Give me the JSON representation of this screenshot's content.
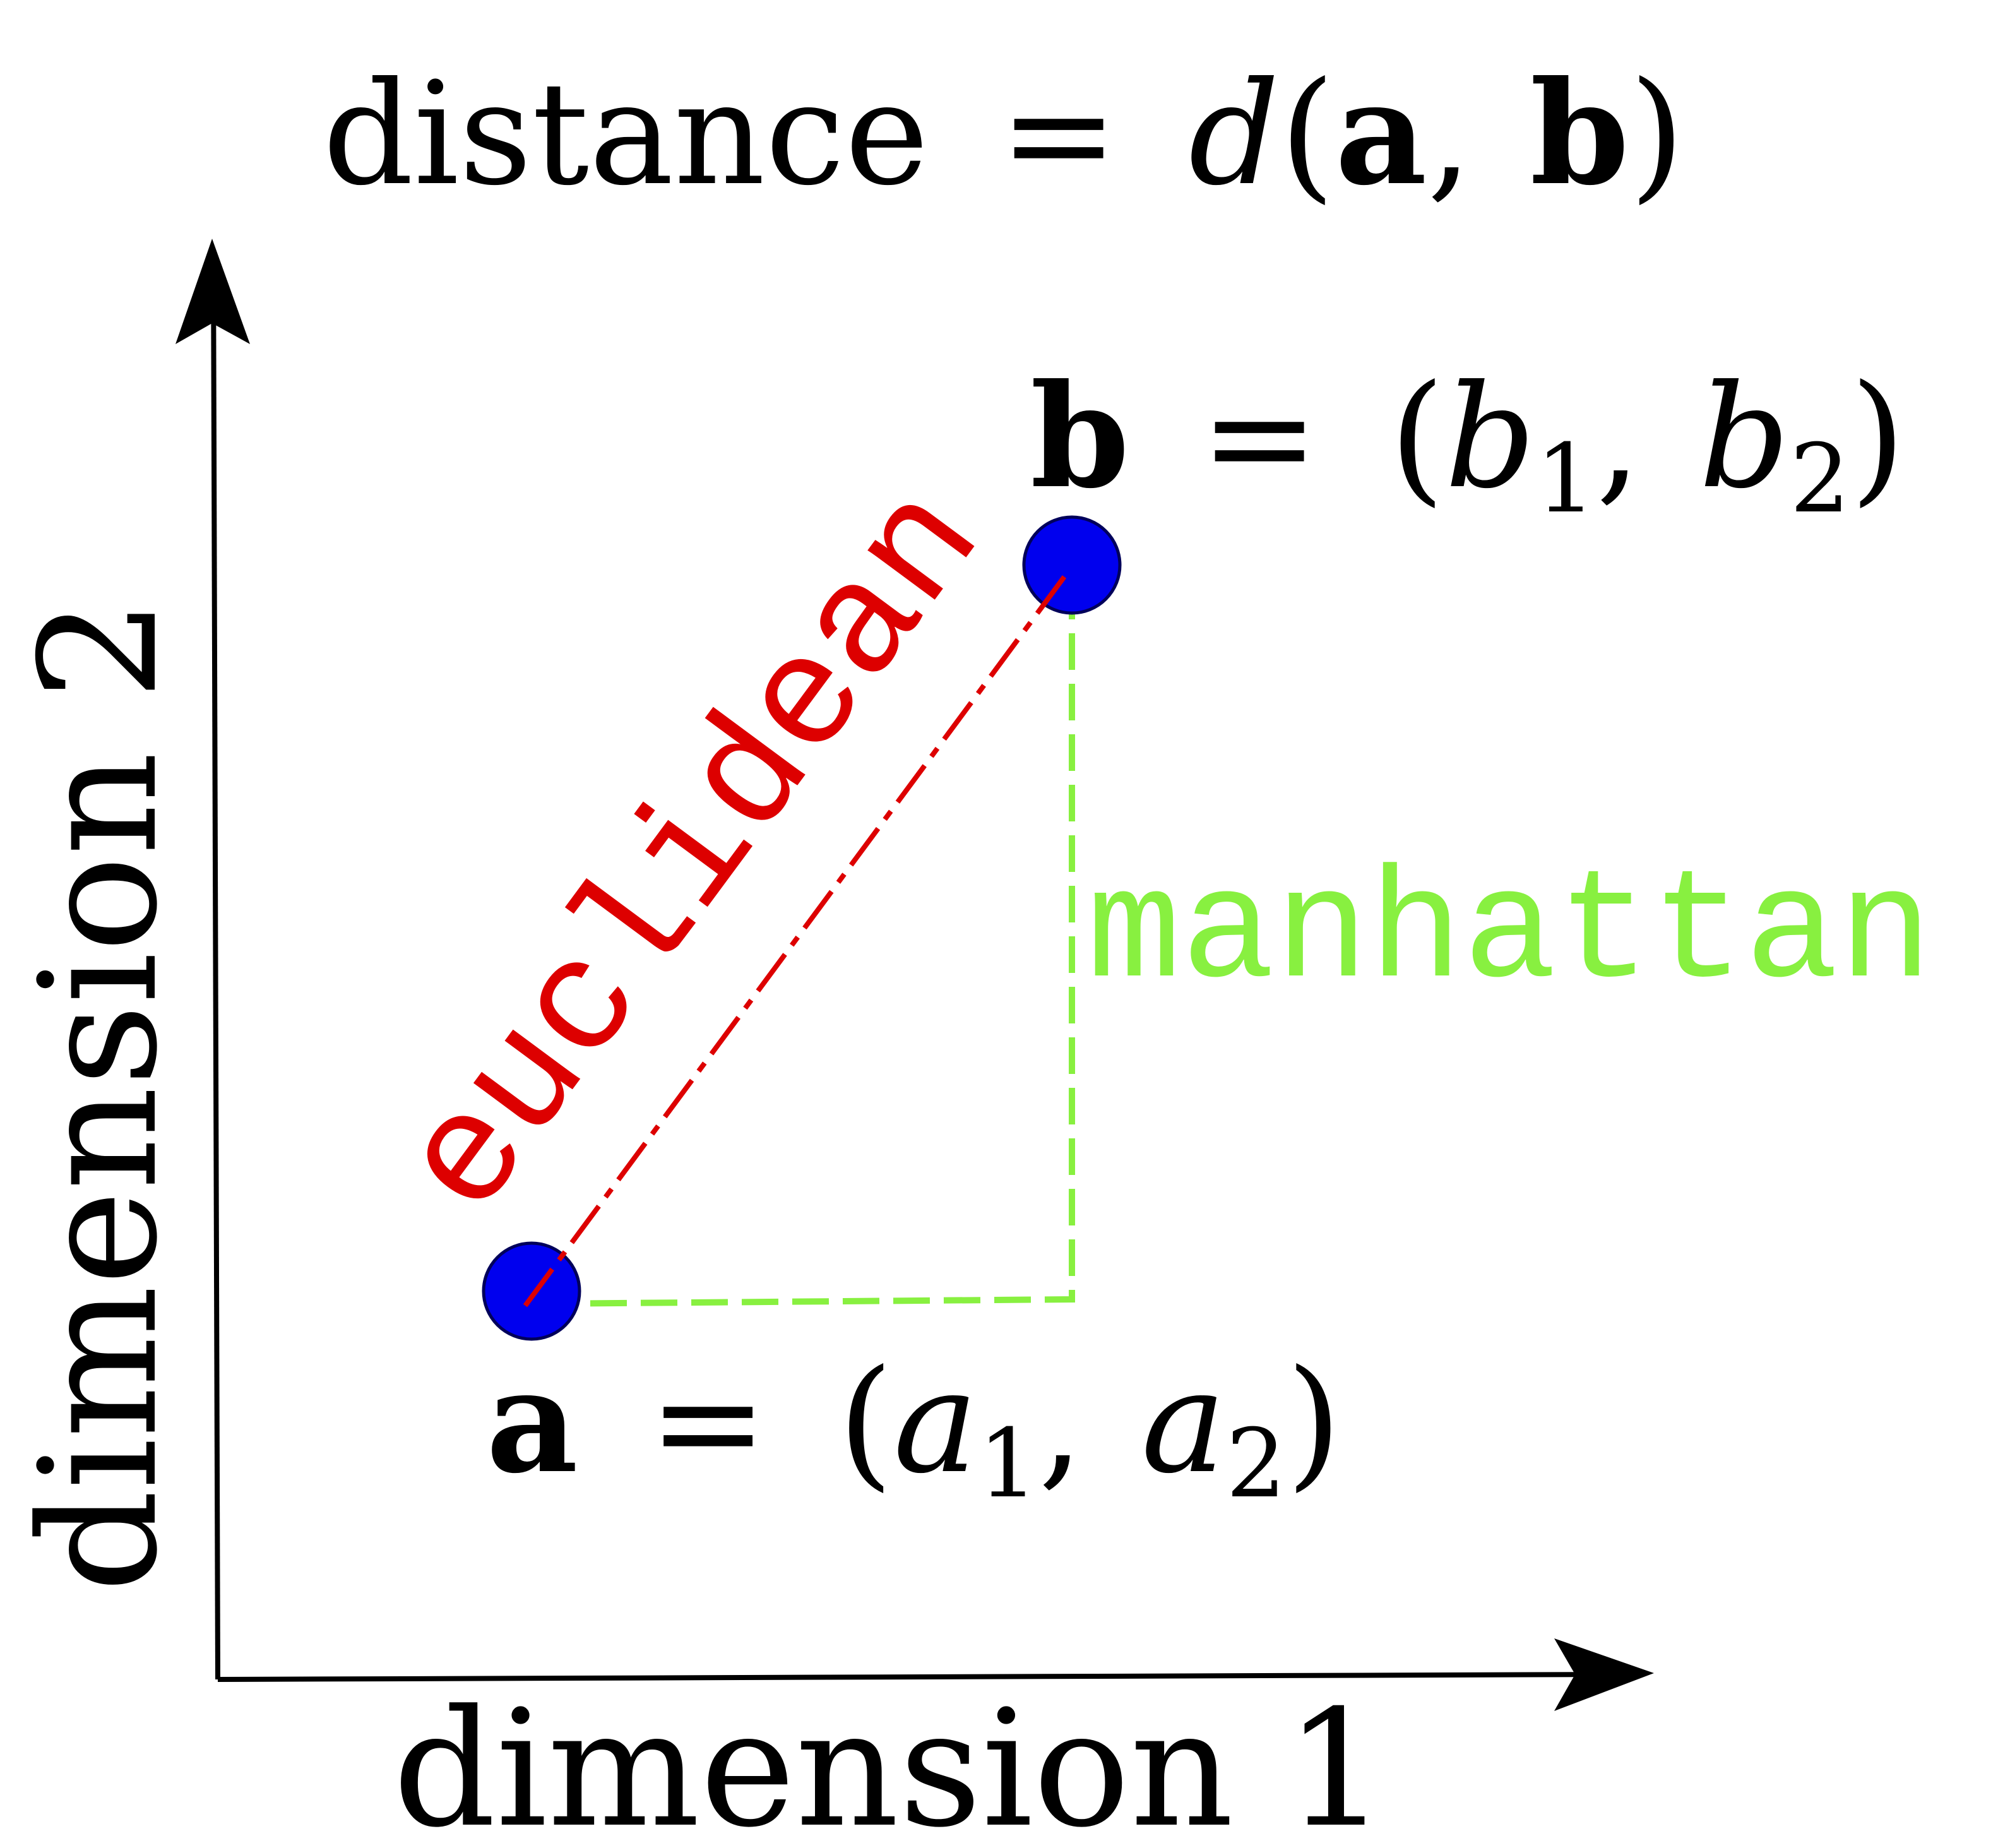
{
  "title": {
    "prefix": "distance",
    "equals": "=",
    "func": "d",
    "open_paren": "(",
    "arg1": "a",
    "comma": ",",
    "arg2": "b",
    "close_paren": ")"
  },
  "point_b_label": {
    "name": "b",
    "equals": "=",
    "open_paren": "(",
    "coord1_base": "b",
    "coord1_sub": "1",
    "comma": ",",
    "coord2_base": "b",
    "coord2_sub": "2",
    "close_paren": ")"
  },
  "point_a_label": {
    "name": "a",
    "equals": "=",
    "open_paren": "(",
    "coord1_base": "a",
    "coord1_sub": "1",
    "comma": ",",
    "coord2_base": "a",
    "coord2_sub": "2",
    "close_paren": ")"
  },
  "axes": {
    "x_label": "dimension 1",
    "y_label": "dimension 2"
  },
  "paths": {
    "euclidean_label": "euclidean",
    "manhattan_label": "manhattan"
  },
  "colors": {
    "point_fill": "#0000ee",
    "euclidean": "#dd0000",
    "manhattan": "#88f040",
    "axis": "#000000",
    "text": "#000000"
  }
}
